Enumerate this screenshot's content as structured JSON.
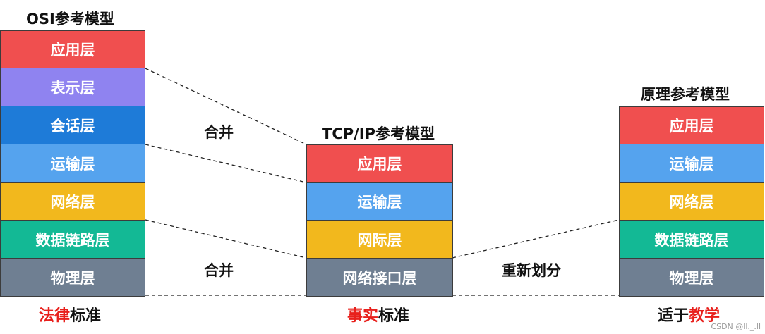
{
  "osi": {
    "title": "OSI参考模型",
    "layers": [
      "应用层",
      "表示层",
      "会话层",
      "运输层",
      "网络层",
      "数据链路层",
      "物理层"
    ],
    "footer_em": "法律",
    "footer_rest": "标准"
  },
  "tcpip": {
    "title": "TCP/IP参考模型",
    "layers": [
      "应用层",
      "运输层",
      "网际层",
      "网络接口层"
    ],
    "footer_em": "事实",
    "footer_rest": "标准"
  },
  "principle": {
    "title": "原理参考模型",
    "layers": [
      "应用层",
      "运输层",
      "网络层",
      "数据链路层",
      "物理层"
    ],
    "footer_rest": "适于",
    "footer_em": "教学"
  },
  "labels": {
    "merge_top": "合并",
    "merge_bottom": "合并",
    "redivide": "重新划分"
  },
  "watermark": "CSDN @ll._.ll",
  "colors": {
    "application": "#f04f4f",
    "presentation": "#8f83f0",
    "session": "#1e7bd8",
    "transport": "#55a3ee",
    "network": "#f2b81d",
    "datalink": "#13b995",
    "physical": "#6f7f92",
    "emphasis": "#e8201c"
  }
}
